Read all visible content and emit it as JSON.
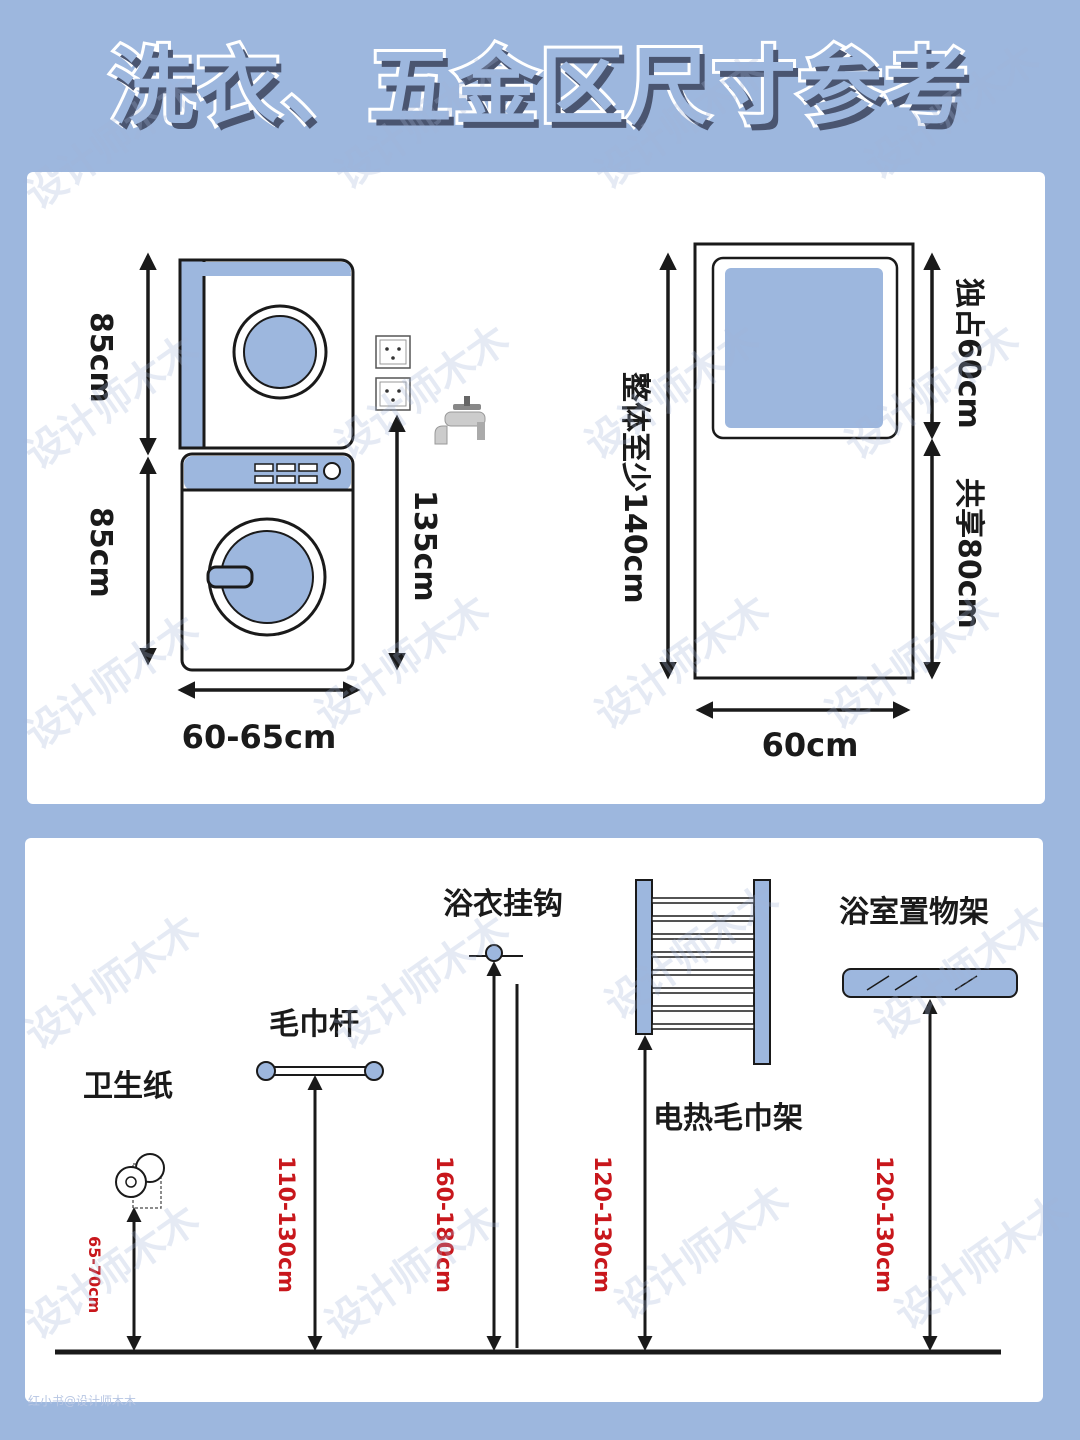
{
  "title": "洗衣、五金区尺寸参考",
  "laundry": {
    "upper_height": "85cm",
    "lower_height": "85cm",
    "width": "60-65cm",
    "outlet_height": "135cm",
    "cabinet_total": "整体至少140cm",
    "cabinet_exclusive": "独占60cm",
    "cabinet_shared": "共享80cm",
    "cabinet_width": "60cm"
  },
  "hardware": {
    "toilet_paper": {
      "label": "卫生纸",
      "height": "65-70cm"
    },
    "towel_bar": {
      "label": "毛巾杆",
      "height": "110-130cm"
    },
    "robe_hook": {
      "label": "浴衣挂钩",
      "height": "160-180cm"
    },
    "heated_rack": {
      "label": "电热毛巾架",
      "height": "120-130cm"
    },
    "shelf": {
      "label": "浴室置物架",
      "height": "120-130cm"
    }
  },
  "watermark": "设计师木木",
  "credit": "红小书@设计师木木",
  "colors": {
    "background": "#9db7de",
    "accent": "#9db7de",
    "height_text": "#c8171c",
    "line": "#1a1a1a"
  }
}
